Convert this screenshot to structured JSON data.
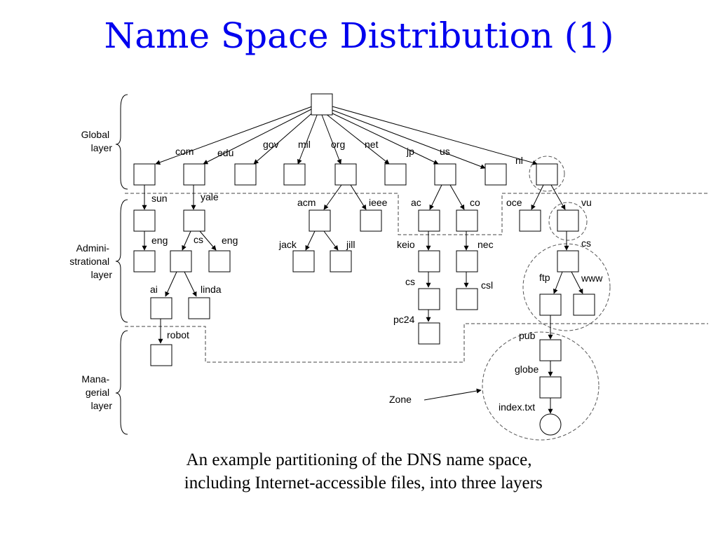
{
  "title": "Name Space Distribution (1)",
  "caption": {
    "line1": "An example partitioning of the DNS name space,",
    "line2": "  including Internet-accessible files, into three layers"
  },
  "layers": {
    "global": [
      "Global",
      "layer"
    ],
    "administrational": [
      "Admini-",
      "strational",
      "layer"
    ],
    "managerial": [
      "Mana-",
      "gerial",
      "layer"
    ]
  },
  "zone_label": "Zone",
  "edge_labels": {
    "com": "com",
    "edu": "edu",
    "gov": "gov",
    "mil": "mil",
    "org": "org",
    "net": "net",
    "jp": "jp",
    "us": "us",
    "nl": "nl",
    "sun": "sun",
    "yale": "yale",
    "acm": "acm",
    "ieee": "ieee",
    "ac": "ac",
    "co": "co",
    "oce": "oce",
    "vu": "vu",
    "eng1": "eng",
    "cs1": "cs",
    "eng2": "eng",
    "jack": "jack",
    "jill": "jill",
    "keio": "keio",
    "nec": "nec",
    "cs2": "cs",
    "ai": "ai",
    "linda": "linda",
    "cs3": "cs",
    "csl": "csl",
    "ftp": "ftp",
    "www": "www",
    "pc24": "pc24",
    "robot": "robot",
    "pub": "pub",
    "globe": "globe",
    "index": "index.txt"
  },
  "colors": {
    "title": "#0000ee",
    "lines": "#000000",
    "zone": "#555555"
  }
}
